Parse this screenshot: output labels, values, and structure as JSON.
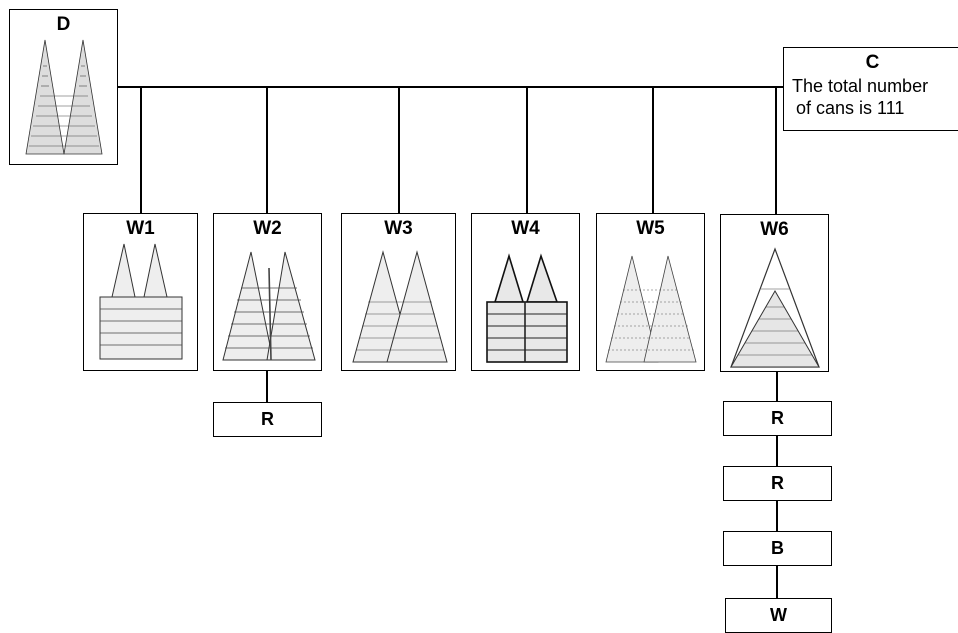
{
  "top": {
    "d_label": "D",
    "c_label": "C",
    "c_text_line1": "The total number",
    "c_text_line2": "of cans is 111"
  },
  "workers": [
    {
      "label": "W1"
    },
    {
      "label": "W2"
    },
    {
      "label": "W3"
    },
    {
      "label": "W4"
    },
    {
      "label": "W5"
    },
    {
      "label": "W6"
    }
  ],
  "w2_chain": [
    "R"
  ],
  "w6_chain": [
    "R",
    "R",
    "B",
    "W"
  ]
}
